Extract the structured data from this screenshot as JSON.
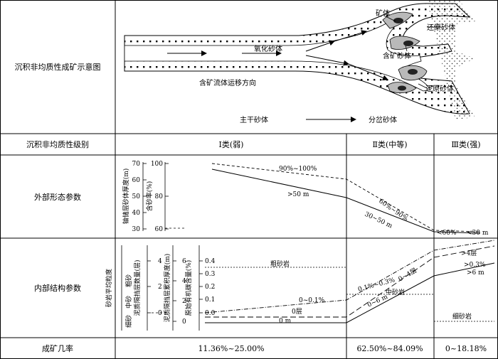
{
  "table": {
    "row_titles": {
      "schematic": "沉积非均质性成矿示意图",
      "level": "沉积非均质性级别",
      "external": "外部形态参数",
      "internal": "内部结构参数",
      "probability": "成矿几率"
    },
    "classes": {
      "weak": "Ⅰ类(弱)",
      "medium": "Ⅱ类(中等)",
      "strong": "Ⅲ类(强)"
    },
    "probability": {
      "weak": "11.36%~25.00%",
      "medium": "62.50%~84.09%",
      "strong": "0~18.18%"
    }
  },
  "schematic": {
    "labels": {
      "ore_body": "矿体",
      "reduced_sand_top": "还原砂体",
      "oxidized_sand": "氧化砂体",
      "ore_bearing_sand": "含矿砂体",
      "fluid_direction": "含矿流体运移方向",
      "reduced_sand_bottom": "还原砂体",
      "main_sand": "主干砂体",
      "branch_sand": "分岔砂体"
    }
  },
  "external": {
    "axes": {
      "thickness_label": "铀储层砂体厚度(m)",
      "sand_ratio_label": "含砂率(%)",
      "thickness_ticks": [
        "70",
        "60",
        "50",
        "40",
        "30"
      ],
      "sand_ratio_ticks": [
        "100",
        "80",
        "60"
      ]
    },
    "labels": {
      "ratio_weak": "90%~100%",
      "thick_weak": ">50 m",
      "ratio_medium": "60%~90%",
      "thick_medium": "30~50 m",
      "ratio_strong": "<60%",
      "thick_strong": "<30 m"
    }
  },
  "internal": {
    "axes": {
      "grain_label": "砂岩平均粒度",
      "grain_ticks": [
        "粗砂",
        "中砂",
        "细砂"
      ],
      "layer_label": "泥质隔挡层数量(层)",
      "layer_ticks": [
        "4",
        "2",
        "0"
      ],
      "thick_label": "泥质隔挡层累积厚度(m)",
      "thick_ticks": [
        "6",
        "4",
        "2",
        "0"
      ],
      "carbon_label": "原始有机碳含量(%)",
      "carbon_ticks": [
        "0.4",
        "0.3",
        "0.2",
        "0.1",
        "0.0"
      ]
    },
    "labels": {
      "coarse_sand": "粗砂岩",
      "carbon_weak": "0~0.1%",
      "layer_weak": "0层",
      "thick_weak": "0 m",
      "carbon_medium": "0.1%~0.3%",
      "layer_medium": "0~4层",
      "medium_sand": "中砂岩",
      "thick_medium": "0~6 m",
      "layer_strong": ">4层",
      "carbon_strong": ">0.3%",
      "thick_strong": ">6 m",
      "fine_sand": "细砂岩"
    }
  }
}
